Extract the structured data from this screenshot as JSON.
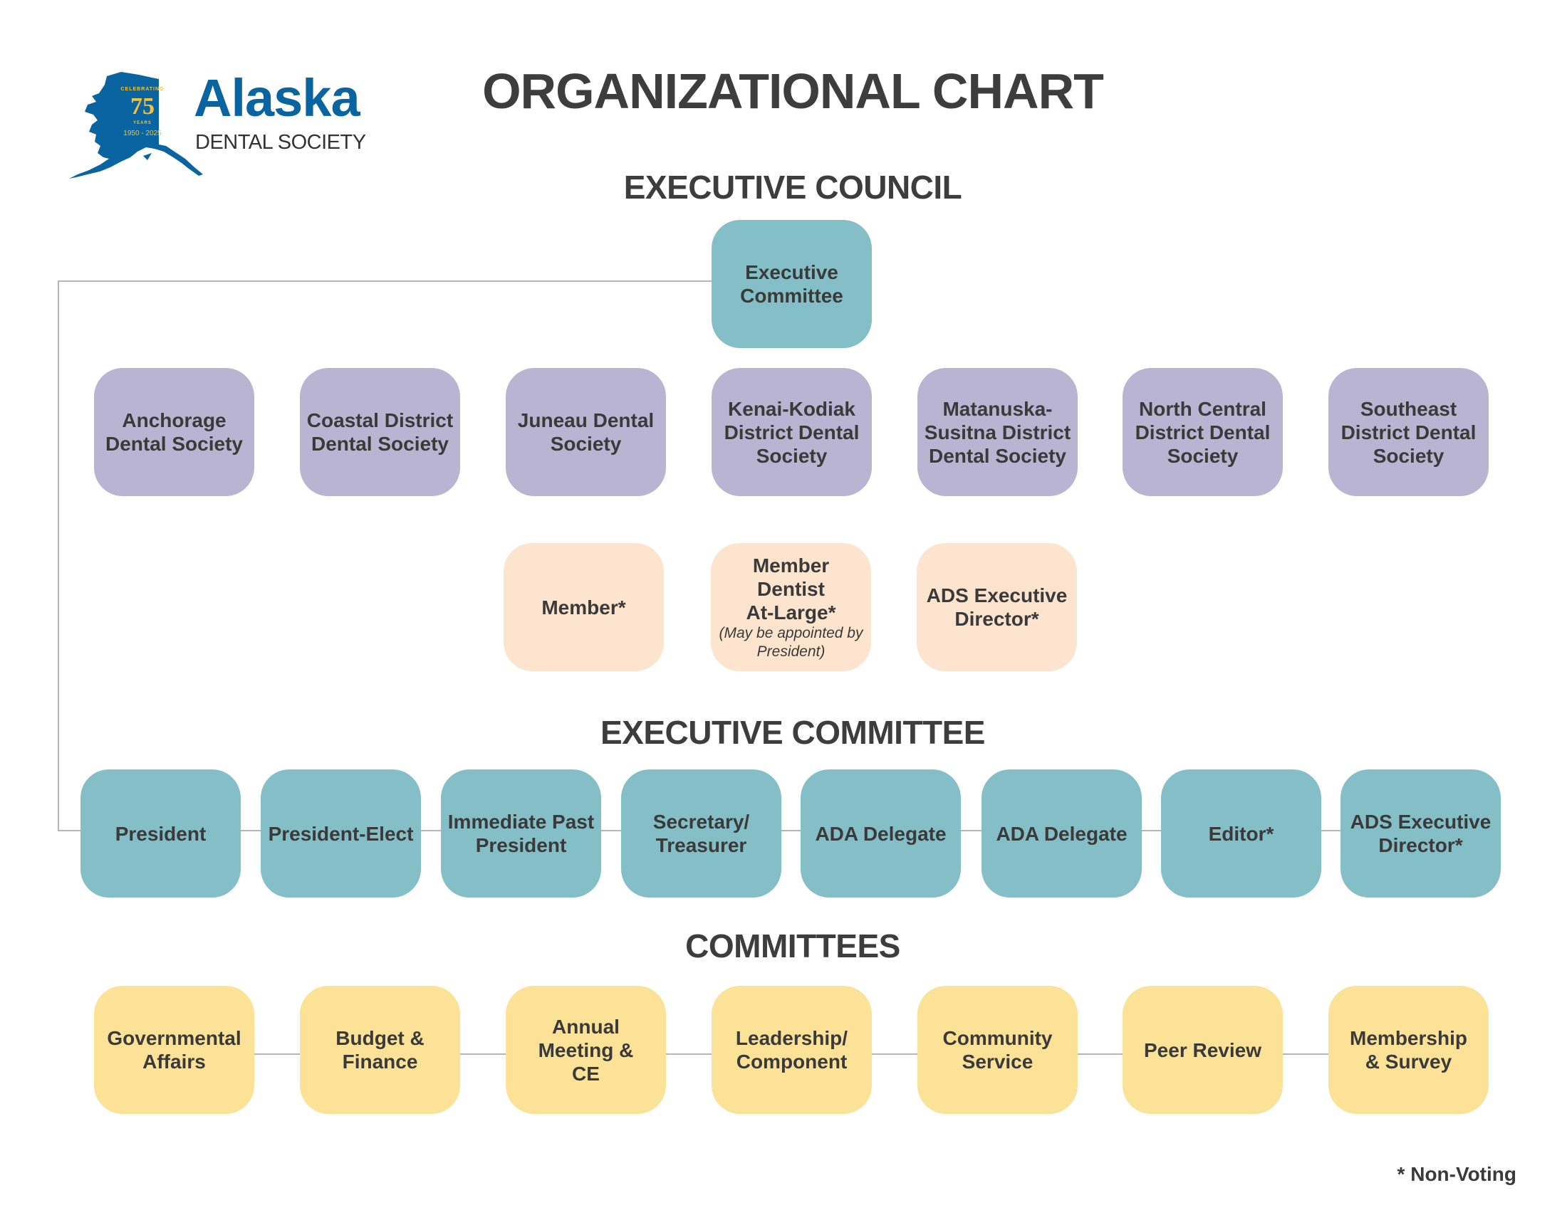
{
  "logo": {
    "name": "Alaska",
    "subtitle": "DENTAL SOCIETY",
    "badge_top": "CELEBRATING",
    "badge_number": "75",
    "badge_unit": "YEARS",
    "badge_years": "1950 - 2025"
  },
  "title": "ORGANIZATIONAL CHART",
  "sections": {
    "council": "EXECUTIVE COUNCIL",
    "committee": "EXECUTIVE COMMITTEE",
    "committees": "COMMITTEES"
  },
  "council_top": "Executive Committee",
  "components": [
    "Anchorage Dental Society",
    "Coastal District Dental Society",
    "Juneau Dental Society",
    "Kenai-Kodiak District Dental Society",
    "Matanuska-Susitna District Dental Society",
    "North Central District Dental Society",
    "Southeast District Dental Society"
  ],
  "council_other": [
    {
      "label": "Member*",
      "note": ""
    },
    {
      "label": "Member Dentist At-Large*",
      "note": "(May be appointed by President)"
    },
    {
      "label": "ADS Executive Director*",
      "note": ""
    }
  ],
  "officers": [
    "President",
    "President-Elect",
    "Immediate Past President",
    "Secretary/ Treasurer",
    "ADA Delegate",
    "ADA Delegate",
    "Editor*",
    "ADS Executive Director*"
  ],
  "committees": [
    "Governmental Affairs",
    "Budget & Finance",
    "Annual Meeting & CE",
    "Leadership/ Component",
    "Community Service",
    "Peer Review",
    "Membership & Survey"
  ],
  "footnote": "* Non-Voting",
  "colors": {
    "teal": "#84bec6",
    "lavender": "#bab4d3",
    "peach": "#fde4cf",
    "yellow": "#fbe297",
    "brand_blue": "#0a64a0",
    "gold": "#f5c235"
  }
}
